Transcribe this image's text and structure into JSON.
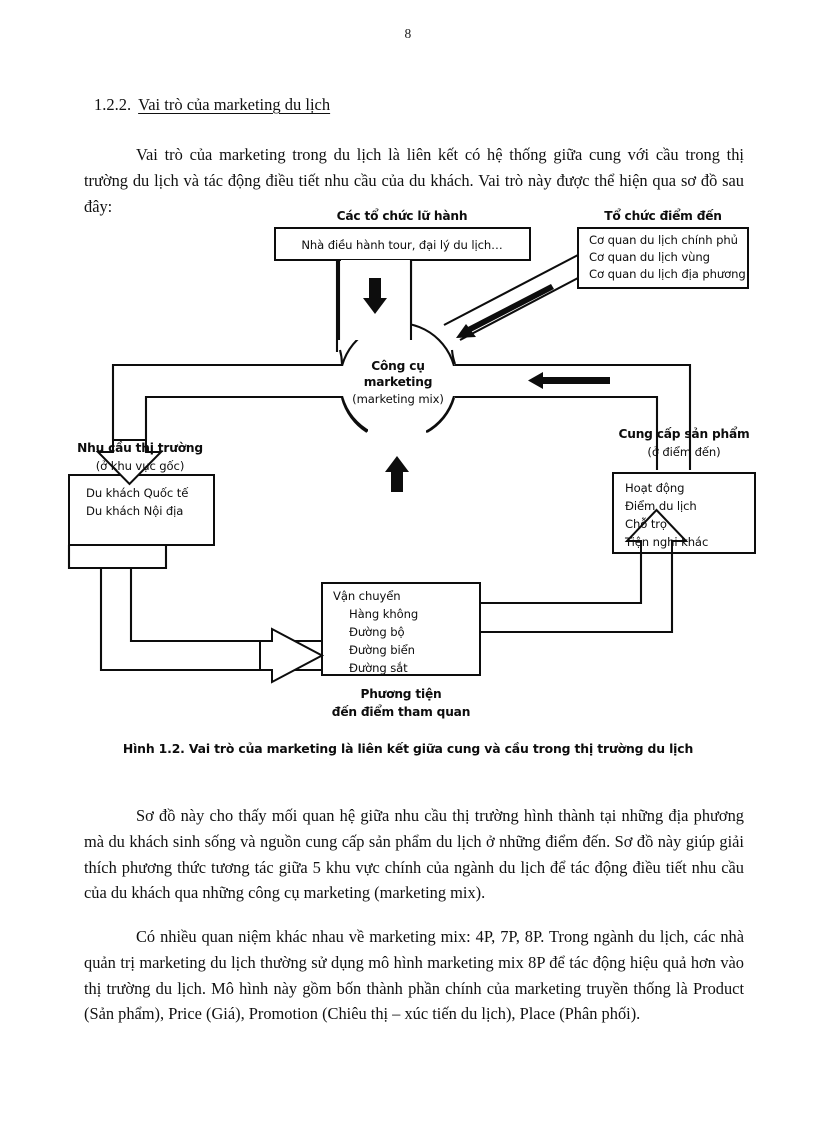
{
  "page": {
    "number": "8"
  },
  "heading": {
    "number": "1.2.2.",
    "title": "Vai trò của marketing du lịch"
  },
  "paragraphs": {
    "p1": "Vai trò của marketing trong du lịch là liên kết có hệ thống giữa cung với cầu trong thị trường du lịch và tác động điều tiết nhu cầu của du khách. Vai trò này được thể hiện qua sơ đồ sau đây:",
    "p2": "Sơ đồ này cho thấy mối quan hệ giữa nhu cầu thị trường hình thành tại những địa phương mà du khách sinh sống và nguồn cung cấp sản phẩm du lịch ở những điểm đến. Sơ đồ này giúp giải thích phương thức tương tác giữa 5 khu vực chính của ngành du lịch để tác động điều tiết nhu cầu của du khách qua những công cụ marketing (marketing mix).",
    "p3": "Có nhiều quan niệm khác nhau về marketing mix: 4P, 7P, 8P. Trong ngành du lịch, các nhà quản trị marketing du lịch thường sử dụng mô hình marketing mix 8P để tác động hiệu quả hơn vào thị trường du lịch. Mô hình này gồm bốn thành phần chính của marketing truyền thống là Product (Sản phẩm), Price (Giá), Promotion (Chiêu thị – xúc tiến du lịch), Place (Phân phối)."
  },
  "figure": {
    "caption": "Hình 1.2. Vai trò của marketing là liên kết giữa cung và cầu trong thị trường du lịch",
    "nodes": {
      "tour_operators": {
        "title": "Các tổ chức lữ hành",
        "items": [
          "Nhà điều hành tour, đại lý du lịch…"
        ]
      },
      "destination_orgs": {
        "title": "Tổ chức điểm đến",
        "items": [
          "Cơ quan du lịch chính phủ",
          "Cơ quan du lịch vùng",
          "Cơ quan du lịch địa phương"
        ]
      },
      "center": {
        "line1": "Công cụ",
        "line2": "marketing",
        "line3": "(marketing mix)"
      },
      "market_demand": {
        "title": "Nhu cầu thị trường",
        "subtitle": "(ở khu vực gốc)",
        "items": [
          "Du khách Quốc tế",
          "Du khách Nội địa"
        ]
      },
      "product_supply": {
        "title": "Cung cấp sản phẩm",
        "subtitle": "(ở điểm đến)",
        "items": [
          "Hoạt động",
          "Điểm du lịch",
          "Chỗ trọ",
          "Tiện nghi khác"
        ]
      },
      "transport": {
        "items": [
          "Vận chuyển",
          "Hàng không",
          "Đường bộ",
          "Đường biển",
          "Đường sắt"
        ],
        "caption_line1": "Phương tiện",
        "caption_line2": "đến điểm tham quan"
      }
    }
  },
  "colors": {
    "ink": "#0d0d0d",
    "text": "#111111",
    "paper": "#ffffff"
  }
}
